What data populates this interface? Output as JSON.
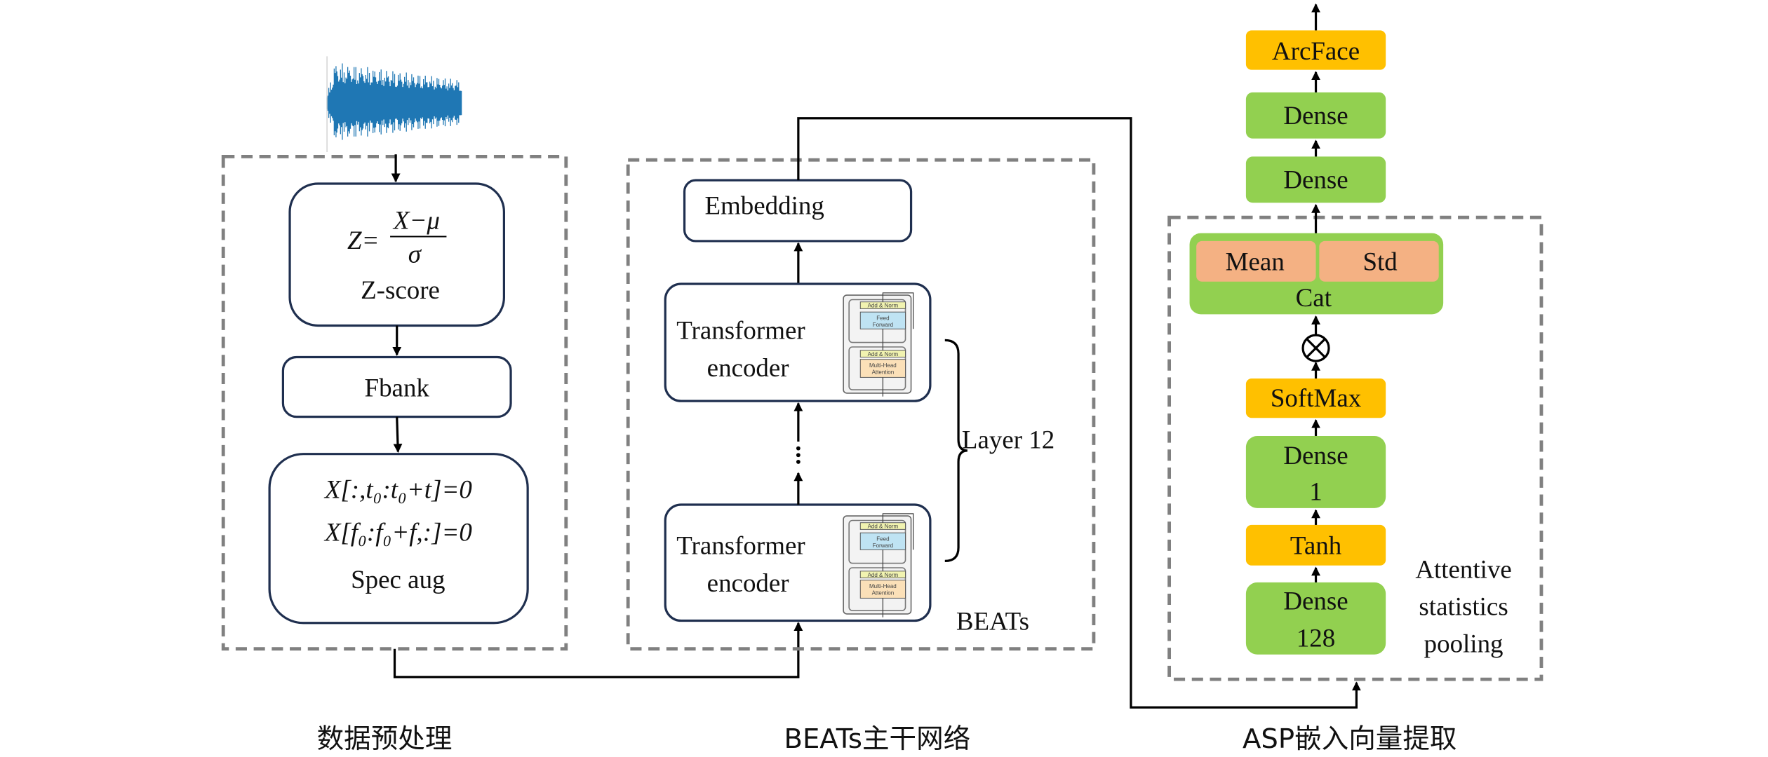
{
  "preprocessing": {
    "caption": "数据预处理",
    "zscore_formula_lhs": "Z=",
    "zscore_formula_num": "X−μ",
    "zscore_formula_den": "σ",
    "zscore_label": "Z-score",
    "fbank_label": "Fbank",
    "specaug_line1": "X[:,t₀:t₀+t]=0",
    "specaug_line2": "X[f₀:f₀+f,:]=0",
    "specaug_label": "Spec aug"
  },
  "backbone": {
    "caption": "BEATs主干网络",
    "embedding_label": "Embedding",
    "encoder_line1": "Transformer",
    "encoder_line2": "encoder",
    "layer_label": "Layer 12",
    "group_label": "BEATs",
    "inset": {
      "add_norm": "Add & Norm",
      "feed_forward_1": "Feed",
      "feed_forward_2": "Forward",
      "mha_1": "Multi-Head",
      "mha_2": "Attention"
    }
  },
  "asp": {
    "caption": "ASP嵌入向量提取",
    "group_label_1": "Attentive",
    "group_label_2": "statistics",
    "group_label_3": "pooling",
    "mean_label": "Mean",
    "std_label": "Std",
    "cat_label": "Cat",
    "multiply_symbol": "⊗",
    "softmax_label": "SoftMax",
    "dense1_line1": "Dense",
    "dense1_line2": "1",
    "tanh_label": "Tanh",
    "dense128_line1": "Dense",
    "dense128_line2": "128",
    "dense_top1": "Dense",
    "dense_top2": "Dense",
    "arcface_label": "ArcFace"
  },
  "colors": {
    "green": "#92d050",
    "orange": "#ffc000",
    "salmon": "#f4b183",
    "waveform": "#1f77b4",
    "box_stroke": "#1f2f4f",
    "dash": "#808080"
  }
}
